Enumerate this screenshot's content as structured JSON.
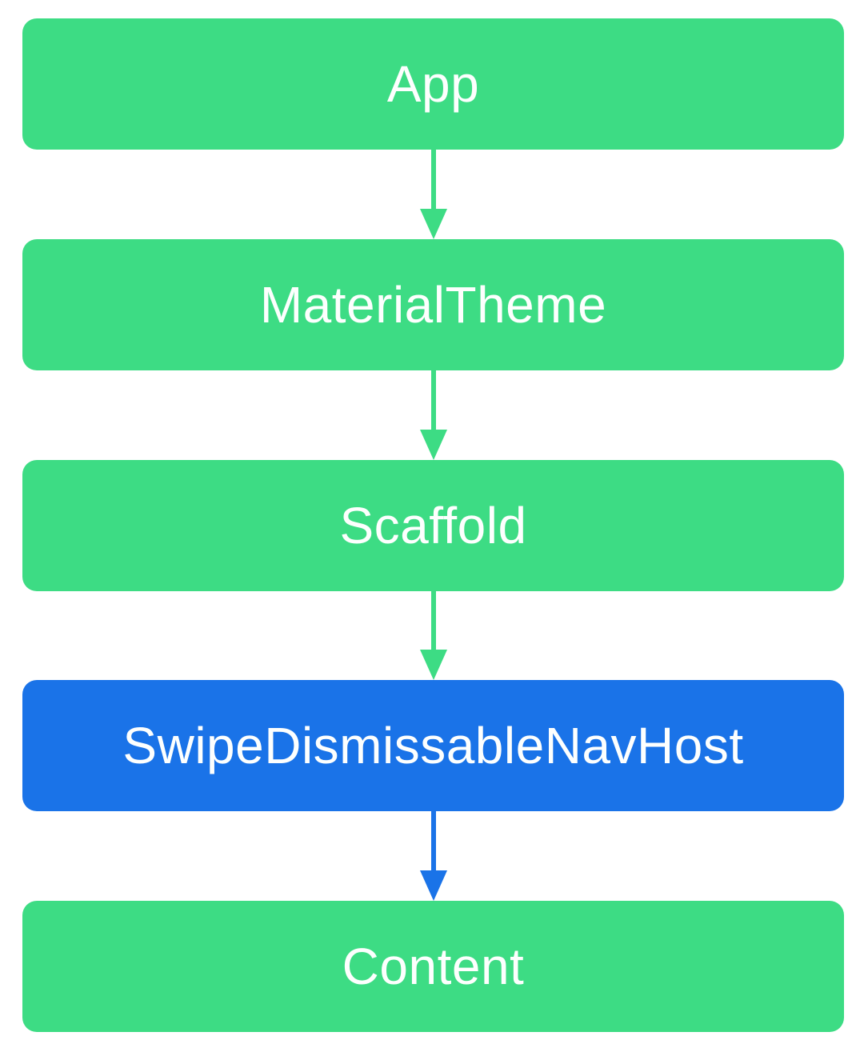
{
  "colors": {
    "background": "#ffffff",
    "node_green": "#3ddc84",
    "node_blue": "#1a73e8",
    "node_text": "#fdfffe"
  },
  "diagram": {
    "type": "vertical-flowchart",
    "nodes": [
      {
        "label": "App",
        "color": "#3ddc84"
      },
      {
        "label": "MaterialTheme",
        "color": "#3ddc84"
      },
      {
        "label": "Scaffold",
        "color": "#3ddc84"
      },
      {
        "label": "SwipeDismissableNavHost",
        "color": "#1a73e8"
      },
      {
        "label": "Content",
        "color": "#3ddc84"
      }
    ],
    "arrows": [
      {
        "from": "App",
        "to": "MaterialTheme",
        "direction": "down",
        "color": "#3ddc84"
      },
      {
        "from": "MaterialTheme",
        "to": "Scaffold",
        "direction": "down",
        "color": "#3ddc84"
      },
      {
        "from": "Scaffold",
        "to": "SwipeDismissableNavHost",
        "direction": "down",
        "color": "#3ddc84"
      },
      {
        "from": "SwipeDismissableNavHost",
        "to": "Content",
        "direction": "down",
        "color": "#1a73e8"
      }
    ]
  }
}
